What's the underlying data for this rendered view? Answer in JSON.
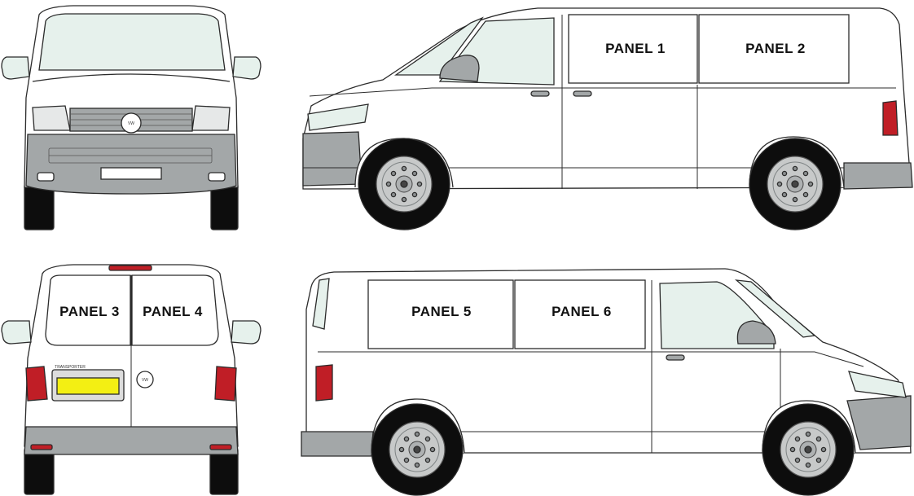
{
  "panels": {
    "p1": "PANEL 1",
    "p2": "PANEL 2",
    "p3": "PANEL 3",
    "p4": "PANEL 4",
    "p5": "PANEL 5",
    "p6": "PANEL 6"
  },
  "badges": {
    "vw_logo": "VW",
    "rear_model_text": "TRANSPORTER"
  },
  "colors": {
    "outline": "#2b2b2b",
    "body": "#ffffff",
    "window": "#e6f1ec",
    "bumper": "#a3a7a8",
    "tire": "#0d0d0d",
    "rim": "#c7c9c9",
    "tail_light": "#c01e26",
    "plate_rear": "#f3ef13",
    "panel_fill": "#ffffff"
  }
}
